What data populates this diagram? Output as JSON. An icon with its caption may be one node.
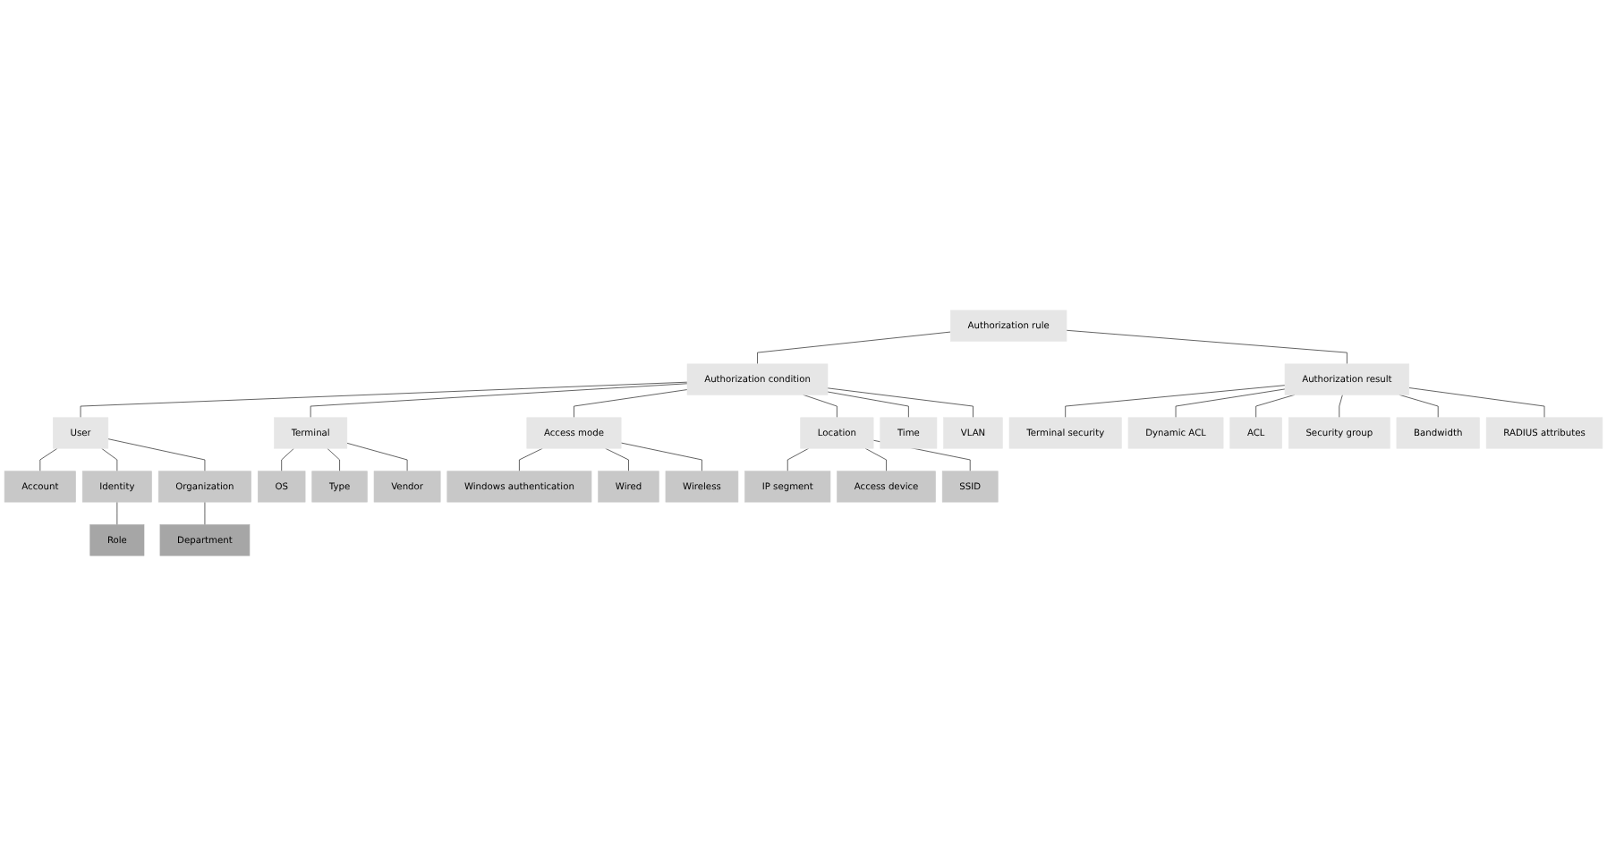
{
  "diagram": {
    "nodes": [
      {
        "text": [
          "Authorization rule"
        ]
      },
      {
        "text": [
          "Authorization condition"
        ]
      },
      {
        "text": [
          "Authorization result"
        ]
      },
      {
        "text": [
          "User"
        ]
      },
      {
        "text": [
          "Terminal"
        ]
      },
      {
        "text": [
          "Access mode"
        ]
      },
      {
        "text": [
          "Location"
        ]
      },
      {
        "text": [
          "Time"
        ]
      },
      {
        "text": [
          "VLAN"
        ]
      },
      {
        "text": [
          "Terminal security"
        ]
      },
      {
        "text": [
          "Dynamic ACL"
        ]
      },
      {
        "text": [
          "ACL"
        ]
      },
      {
        "text": [
          "Security group"
        ]
      },
      {
        "text": [
          "Bandwidth"
        ]
      },
      {
        "text": [
          "RADIUS attributes"
        ]
      },
      {
        "text": [
          "Account"
        ]
      },
      {
        "text": [
          "Identity"
        ]
      },
      {
        "text": [
          "Organization"
        ]
      },
      {
        "text": [
          "OS"
        ]
      },
      {
        "text": [
          "Type"
        ]
      },
      {
        "text": [
          "Vendor"
        ]
      },
      {
        "text": [
          "Windows authentication"
        ]
      },
      {
        "text": [
          "Wired"
        ]
      },
      {
        "text": [
          "Wireless"
        ]
      },
      {
        "text": [
          "IP segment"
        ]
      },
      {
        "text": [
          "Access device"
        ]
      },
      {
        "text": [
          "SSID"
        ]
      },
      {
        "text": [
          "Role"
        ]
      },
      {
        "text": [
          "Department"
        ]
      }
    ],
    "edges": [
      {
        "from": 0,
        "to": 1,
        "arrow": "none"
      },
      {
        "from": 0,
        "to": 2,
        "arrow": "none"
      },
      {
        "from": 1,
        "to": 3,
        "arrow": "none"
      },
      {
        "from": 1,
        "to": 4,
        "arrow": "none"
      },
      {
        "from": 1,
        "to": 5,
        "arrow": "none"
      },
      {
        "from": 1,
        "to": 6,
        "arrow": "none"
      },
      {
        "from": 1,
        "to": 7,
        "arrow": "none"
      },
      {
        "from": 1,
        "to": 8,
        "arrow": "none"
      },
      {
        "from": 2,
        "to": 9,
        "arrow": "none"
      },
      {
        "from": 2,
        "to": 10,
        "arrow": "none"
      },
      {
        "from": 2,
        "to": 11,
        "arrow": "none"
      },
      {
        "from": 2,
        "to": 12,
        "arrow": "none"
      },
      {
        "from": 2,
        "to": 13,
        "arrow": "none"
      },
      {
        "from": 2,
        "to": 14,
        "arrow": "none"
      },
      {
        "from": 3,
        "to": 15,
        "arrow": "none"
      },
      {
        "from": 3,
        "to": 16,
        "arrow": "none"
      },
      {
        "from": 3,
        "to": 17,
        "arrow": "none"
      },
      {
        "from": 4,
        "to": 18,
        "arrow": "none"
      },
      {
        "from": 4,
        "to": 19,
        "arrow": "none"
      },
      {
        "from": 4,
        "to": 20,
        "arrow": "none"
      },
      {
        "from": 5,
        "to": 21,
        "arrow": "none"
      },
      {
        "from": 5,
        "to": 22,
        "arrow": "none"
      },
      {
        "from": 5,
        "to": 23,
        "arrow": "none"
      },
      {
        "from": 6,
        "to": 24,
        "arrow": "none"
      },
      {
        "from": 6,
        "to": 25,
        "arrow": "none"
      },
      {
        "from": 6,
        "to": 26,
        "arrow": "none"
      },
      {
        "from": 16,
        "to": 27,
        "arrow": "none"
      },
      {
        "from": 17,
        "to": 28,
        "arrow": "none"
      }
    ]
  }
}
